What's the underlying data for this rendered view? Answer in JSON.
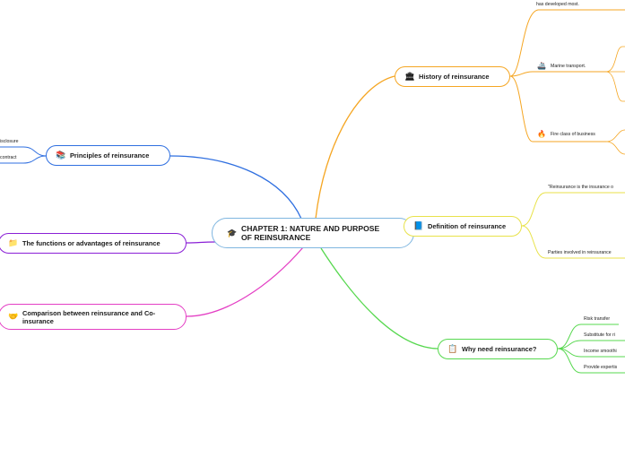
{
  "central": {
    "title": "CHAPTER 1: NATURE AND PURPOSE OF REINSURANCE",
    "icon": "graduation-cap-icon"
  },
  "topics": {
    "history": {
      "label": "History of reinsurance",
      "icon": "bank-icon",
      "color": "#f5a623",
      "intro_text": "has developed most.",
      "children": [
        {
          "label": "Marine transport.",
          "icon": "ship-icon"
        },
        {
          "label": "Fire class of business",
          "icon": "fire-icon"
        }
      ]
    },
    "definition": {
      "label": "Definition of reinsurance",
      "icon": "book-icon",
      "color": "#e8e24a",
      "children": [
        {
          "label": "\"Reinsurance is the insurance o"
        },
        {
          "label": "Parties involved in reinsurance"
        }
      ]
    },
    "why": {
      "label": "Why need reinsurance?",
      "icon": "notepad-icon",
      "color": "#57d84f",
      "children": [
        {
          "label": "Risk transfer"
        },
        {
          "label": "Substitute for ri"
        },
        {
          "label": "Income smoothi"
        },
        {
          "label": "Provide expertis"
        }
      ]
    },
    "principles": {
      "label": "Principles of reinsurance",
      "icon": "books-icon",
      "color": "#2f6fe0",
      "children": [
        {
          "label": "isclosure"
        },
        {
          "label": "contract"
        }
      ]
    },
    "functions": {
      "label": "The functions or advantages of reinsurance",
      "icon": "folder-icon",
      "color": "#8a1fd6"
    },
    "comparison": {
      "label": "Comparison between reinsurance and Co-insurance",
      "icon": "handshake-icon",
      "color": "#e43fc4"
    }
  }
}
